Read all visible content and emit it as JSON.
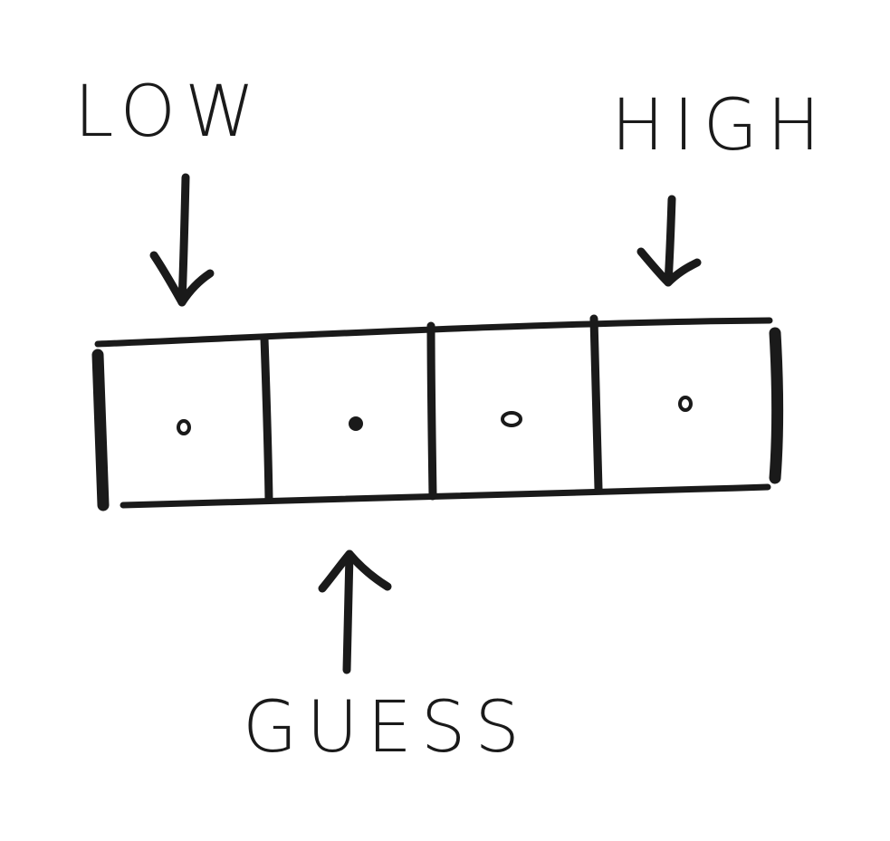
{
  "labels": {
    "low": "LOW",
    "high": "HIGH",
    "guess": "GUESS"
  },
  "array": {
    "cell_count": 4,
    "cell_values": [
      "o",
      "•",
      "o",
      "o"
    ]
  },
  "colors": {
    "ink": "#1a1a1a",
    "background": "#ffffff"
  }
}
